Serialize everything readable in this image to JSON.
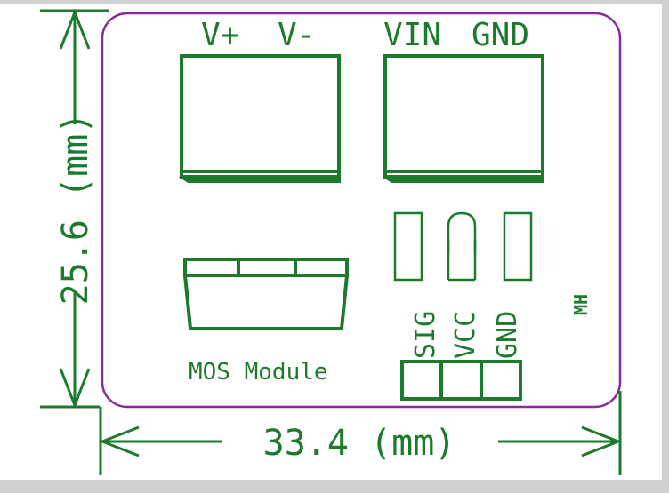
{
  "board": {
    "outline_color": "#8a2a9a",
    "silkscreen_color": "#1b7a2c",
    "module_name": "MOS Module",
    "logo": "MH"
  },
  "terminals": {
    "output": {
      "labels": [
        "V+",
        "V-"
      ]
    },
    "input": {
      "labels": [
        "VIN",
        "GND"
      ]
    }
  },
  "header": {
    "pins": [
      "SIG",
      "VCC",
      "GND"
    ]
  },
  "dimensions": {
    "width": "33.4 (mm)",
    "height": "25.6 (mm)"
  }
}
